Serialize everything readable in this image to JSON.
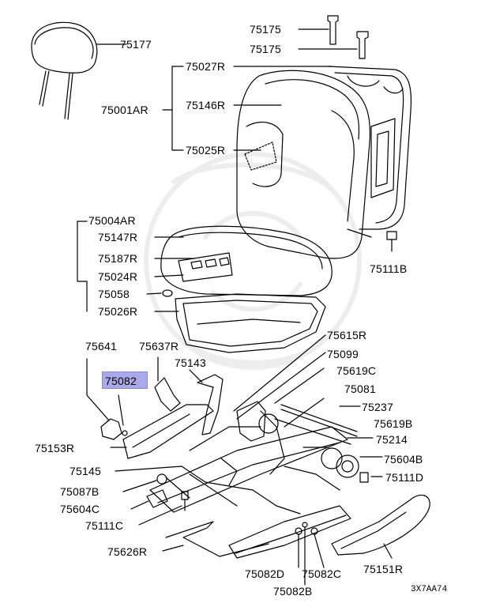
{
  "diagram": {
    "labels": {
      "p75177": "75177",
      "p75175a": "75175",
      "p75175b": "75175",
      "p75027R": "75027R",
      "p75001AR": "75001AR",
      "p75146R": "75146R",
      "p75025R": "75025R",
      "p75004AR": "75004AR",
      "p75147R": "75147R",
      "p75187R": "75187R",
      "p75024R": "75024R",
      "p75058": "75058",
      "p75026R": "75026R",
      "p75111B": "75111B",
      "p75615R": "75615R",
      "p75641": "75641",
      "p75637R": "75637R",
      "p75099": "75099",
      "p75082": "75082",
      "p75143": "75143",
      "p75619C": "75619C",
      "p75081": "75081",
      "p75237": "75237",
      "p75619B": "75619B",
      "p75153R": "75153R",
      "p75214": "75214",
      "p75604B": "75604B",
      "p75145": "75145",
      "p75111D": "75111D",
      "p75087B": "75087B",
      "p75604C": "75604C",
      "p75111C": "75111C",
      "p75626R": "75626R",
      "p75151R": "75151R",
      "p75082D": "75082D",
      "p75082C": "75082C",
      "p75082B": "75082B"
    },
    "diagram_code": "3X7AA74",
    "highlight_color": "#a9a9e8"
  }
}
